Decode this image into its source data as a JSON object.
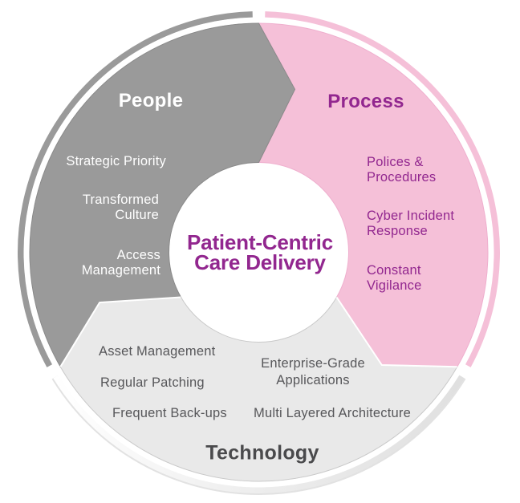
{
  "diagram": {
    "center_label": {
      "line1": "Patient-Centric",
      "line2": "Care Delivery"
    },
    "segments": {
      "people": {
        "label": "People",
        "items": [
          "Strategic Priority",
          "Transformed\nCulture",
          "Access\nManagement"
        ]
      },
      "process": {
        "label": "Process",
        "items": [
          "Polices &\nProcedures",
          "Cyber Incident\nResponse",
          "Constant\nVigilance"
        ]
      },
      "technology": {
        "label": "Technology",
        "items": [
          "Asset Management",
          "Regular Patching",
          "Frequent Back-ups",
          "Enterprise-Grade\nApplications",
          "Multi Layered Architecture"
        ]
      }
    },
    "colors": {
      "people_fill": "#9A9A9A",
      "people_outline": "#8A8A8A",
      "process_fill": "#F5C0D8",
      "process_outline": "#EFAFCE",
      "technology_fill": "#E9E9E9",
      "technology_outline": "#C9C9C9",
      "purple_text": "#92278F",
      "heading_dark": "#4A4A4C",
      "item_dark": "#57575A",
      "white": "#FFFFFF"
    }
  }
}
